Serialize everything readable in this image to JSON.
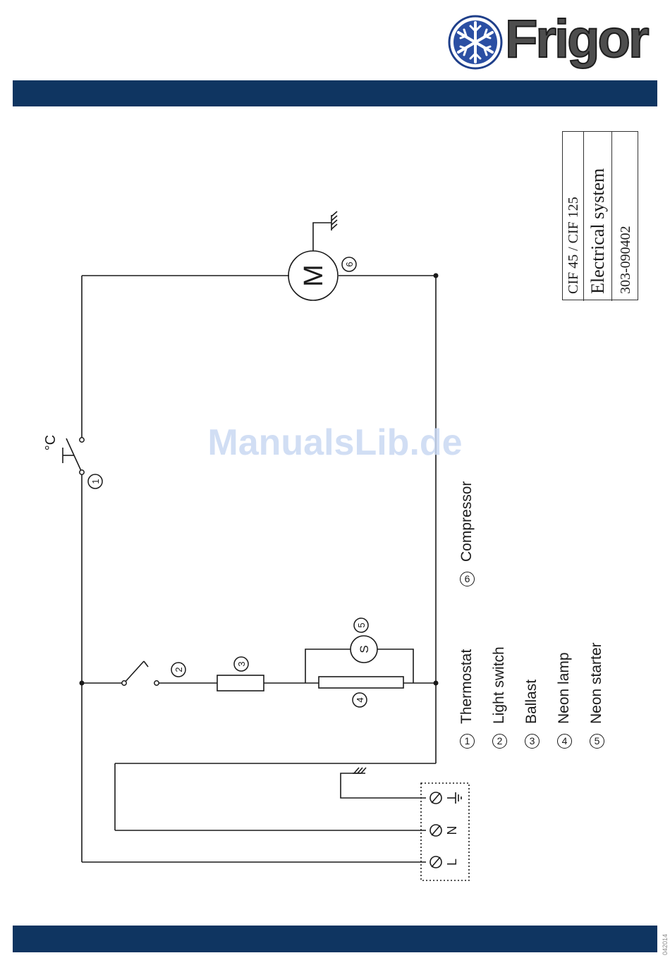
{
  "brand": {
    "name": "Frigor",
    "color": "#0f3561"
  },
  "watermark": "ManualsLib.de",
  "title_block": {
    "model": "CIF 45 / CIF 125",
    "title": "Electrical system",
    "number": "303-090402"
  },
  "legend": [
    {
      "num": "1",
      "label": "Thermostat"
    },
    {
      "num": "2",
      "label": "Light switch"
    },
    {
      "num": "3",
      "label": "Ballast"
    },
    {
      "num": "4",
      "label": "Neon lamp"
    },
    {
      "num": "5",
      "label": "Neon starter"
    },
    {
      "num": "6",
      "label": "Compressor"
    }
  ],
  "schematic": {
    "callouts": [
      "1",
      "2",
      "3",
      "4",
      "5",
      "6"
    ],
    "motor_symbol": "M",
    "starter_symbol": "S",
    "thermostat_unit": "°C",
    "terminals": [
      "L",
      "N"
    ]
  },
  "doc_ref": "042014"
}
